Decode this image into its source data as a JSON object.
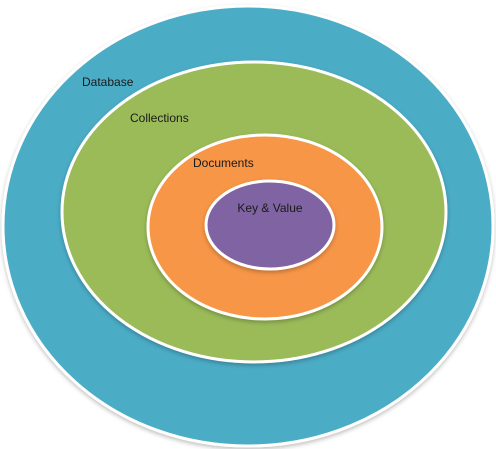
{
  "diagram": {
    "rings": [
      {
        "label": "Database",
        "color": "#4BACC6"
      },
      {
        "label": "Collections",
        "color": "#9BBB59"
      },
      {
        "label": "Documents",
        "color": "#F79646"
      },
      {
        "label": "Key & Value",
        "color": "#8064A2"
      }
    ],
    "border_color": "#ffffff"
  }
}
